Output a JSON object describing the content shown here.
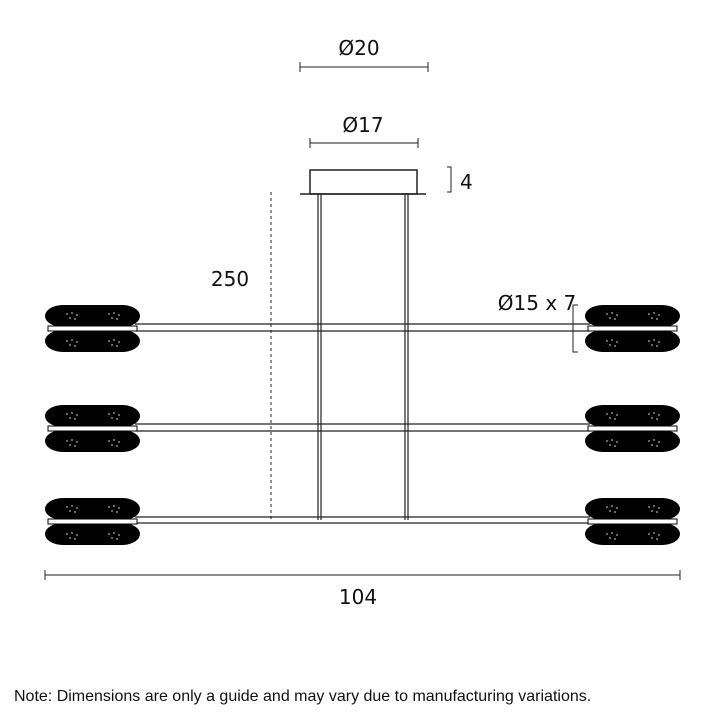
{
  "dimensions": {
    "canopy_outer": "Ø20",
    "canopy_inner": "Ø17",
    "canopy_height": "4",
    "drop_height": "250",
    "shade_size": "Ø15 x 7",
    "overall_width": "104"
  },
  "note": "Note: Dimensions are only a guide and may vary due to manufacturing variations.",
  "colors": {
    "line": "#222222",
    "shade": "#000000",
    "accent": "#b04040"
  }
}
